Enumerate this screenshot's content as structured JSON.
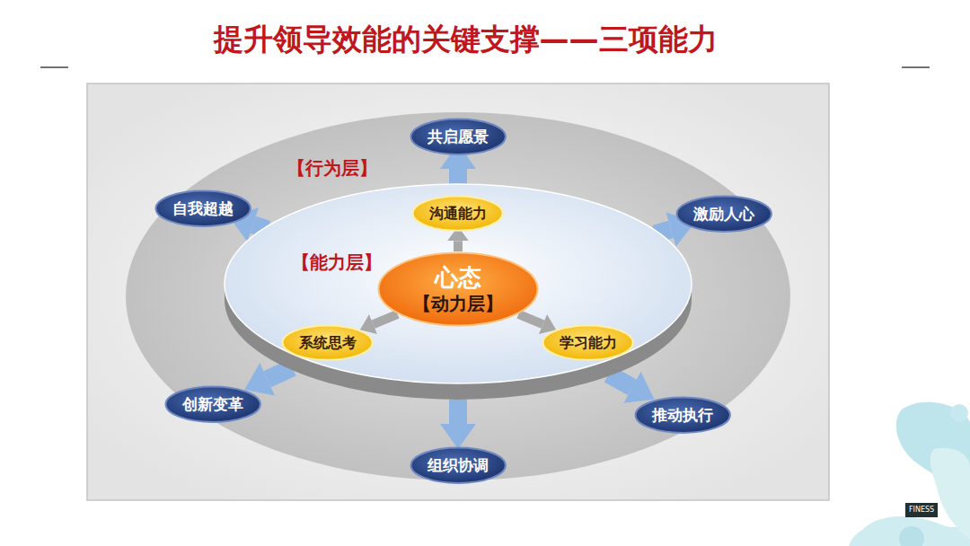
{
  "diagram": {
    "title": "提升领导效能的关键支撑——三项能力",
    "nodes": [
      {
        "text": [
          "【行为层】"
        ]
      },
      {
        "text": [
          "共启愿景"
        ],
        "in": 0
      },
      {
        "text": [
          "自我超越"
        ],
        "in": 0
      },
      {
        "text": [
          "激励人心"
        ],
        "in": 0
      },
      {
        "text": [
          "【能力层】"
        ],
        "in": 0
      },
      {
        "text": [
          "沟通能力"
        ],
        "in": 4
      },
      {
        "text": [
          "心态",
          "【动力层】"
        ],
        "in": 4
      },
      {
        "text": [
          "系统思考"
        ],
        "in": 4
      },
      {
        "text": [
          "学习能力"
        ],
        "in": 4
      },
      {
        "text": [
          "创新变革"
        ],
        "in": 0
      },
      {
        "text": [
          "推动执行"
        ],
        "in": 0
      },
      {
        "text": [
          "组织协调"
        ],
        "in": 0
      }
    ],
    "edges": [
      {
        "from": 4,
        "to": 1,
        "arrow": "to"
      },
      {
        "from": 4,
        "to": 3,
        "arrow": "to"
      },
      {
        "from": 4,
        "to": 10,
        "arrow": "to"
      },
      {
        "from": 4,
        "to": 11,
        "arrow": "to"
      },
      {
        "from": 4,
        "to": 9,
        "arrow": "to"
      },
      {
        "from": 4,
        "to": 2,
        "arrow": "to"
      },
      {
        "from": 6,
        "to": 5,
        "arrow": "to"
      },
      {
        "from": 6,
        "to": 8,
        "arrow": "to"
      },
      {
        "from": 6,
        "to": 7,
        "arrow": "to"
      }
    ],
    "labels": [
      "FINESS"
    ]
  }
}
